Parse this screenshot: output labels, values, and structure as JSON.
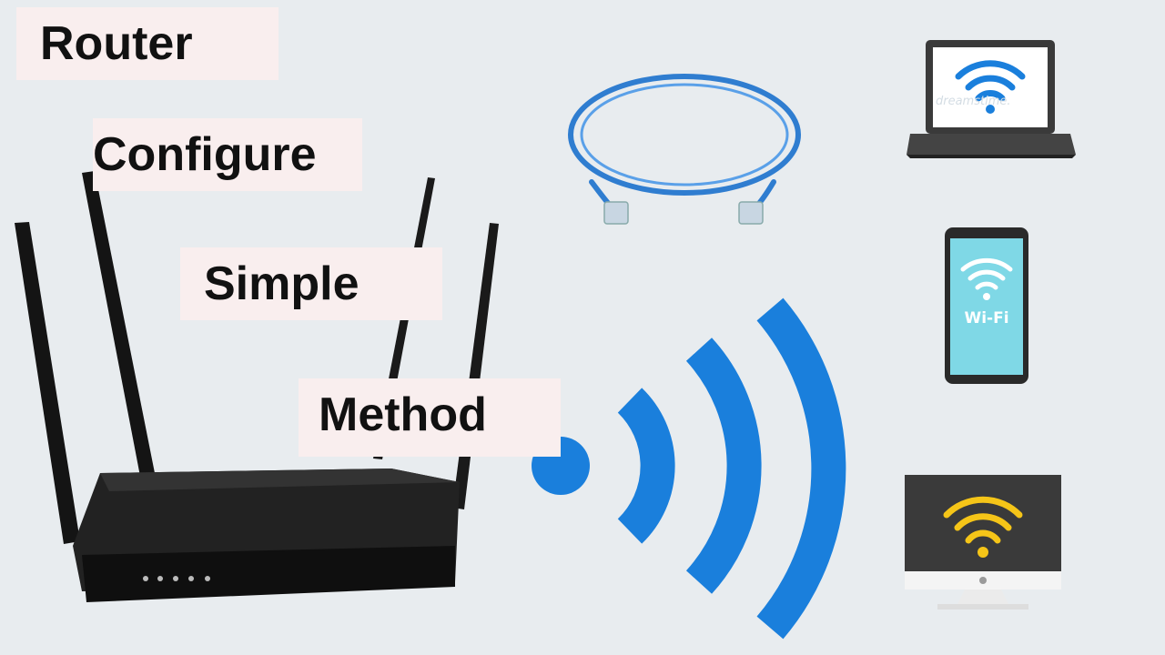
{
  "labels": {
    "router": "Router",
    "configure": "Configure",
    "simple": "Simple",
    "method": "Method"
  },
  "devices": {
    "phone_text": "Wi-Fi",
    "laptop_watermark": "dreamstime."
  },
  "icons": {
    "router": "router-icon",
    "cable": "ethernet-cable-icon",
    "laptop": "laptop-icon",
    "phone": "smartphone-icon",
    "monitor": "monitor-icon",
    "wifi": "wifi-icon"
  },
  "colors": {
    "background": "#e8ecef",
    "label_background": "#f9eeee",
    "wifi_blue": "#1a7fdc",
    "cable_blue": "#2f7dd0",
    "monitor_wifi_yellow": "#f5c518",
    "phone_screen": "#7fd8e6"
  }
}
